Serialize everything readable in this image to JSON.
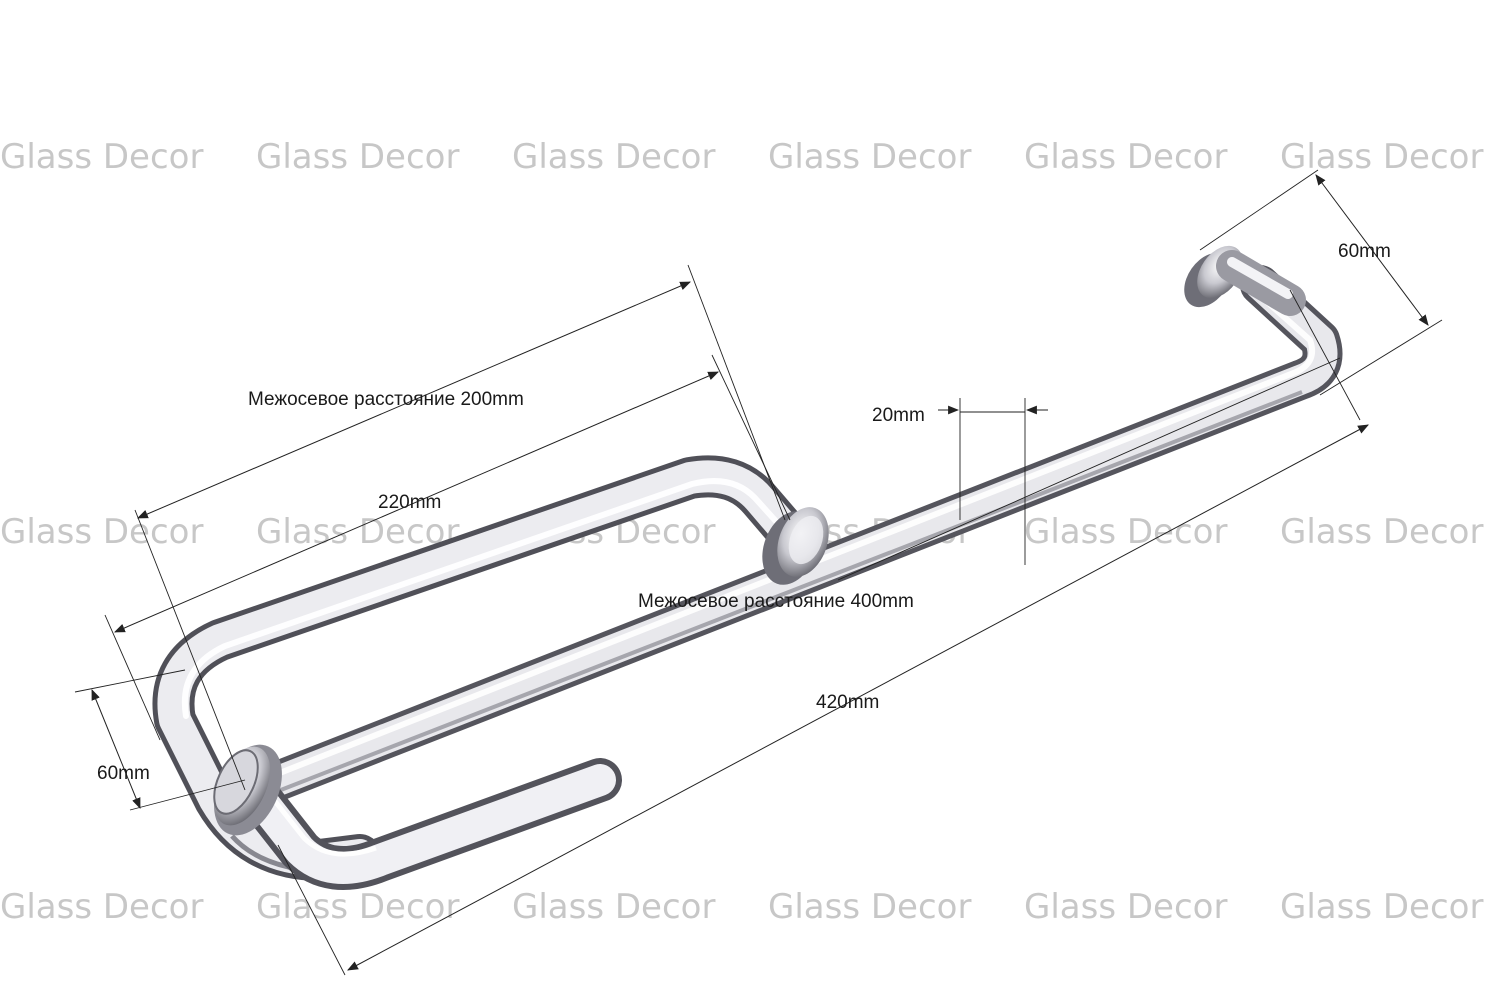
{
  "watermark": {
    "text": "Glass Decor",
    "color": "#9a9a9a"
  },
  "labels": {
    "center_distance_small": "Межосевое расстояние 200mm",
    "length_small": "220mm",
    "offset_20": "20mm",
    "center_distance_large": "Межосевое расстояние 400mm",
    "length_large": "420mm",
    "depth_left": "60mm",
    "depth_right": "60mm"
  },
  "colors": {
    "chrome_light": "#f4f4f6",
    "chrome_mid": "#b9b9c0",
    "chrome_dark": "#4a4a52",
    "line": "#222222"
  }
}
